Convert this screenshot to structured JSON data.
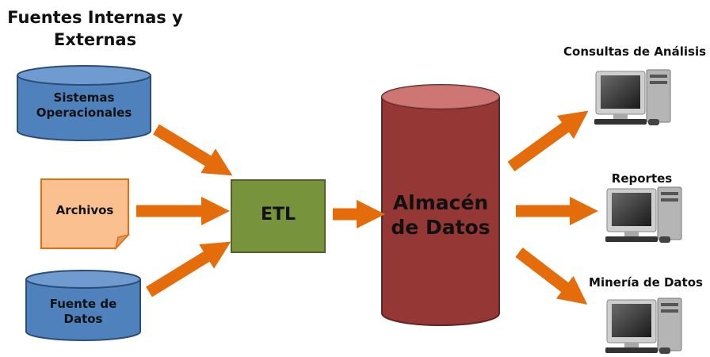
{
  "heading": "Fuentes Internas y Externas",
  "sources": {
    "operational": "Sistemas Operacionales",
    "files": "Archivos",
    "data_source": "Fuente de Datos"
  },
  "etl": "ETL",
  "warehouse": "Almacén de Datos",
  "outputs": {
    "analysis": "Consultas de Análisis",
    "reports": "Reportes",
    "mining": "Minería de Datos"
  },
  "colors": {
    "cylinder_blue": "#4f81bd",
    "file_orange": "#fac090",
    "etl_green": "#77933c",
    "warehouse_red": "#953735",
    "arrow": "#e46c0a"
  }
}
